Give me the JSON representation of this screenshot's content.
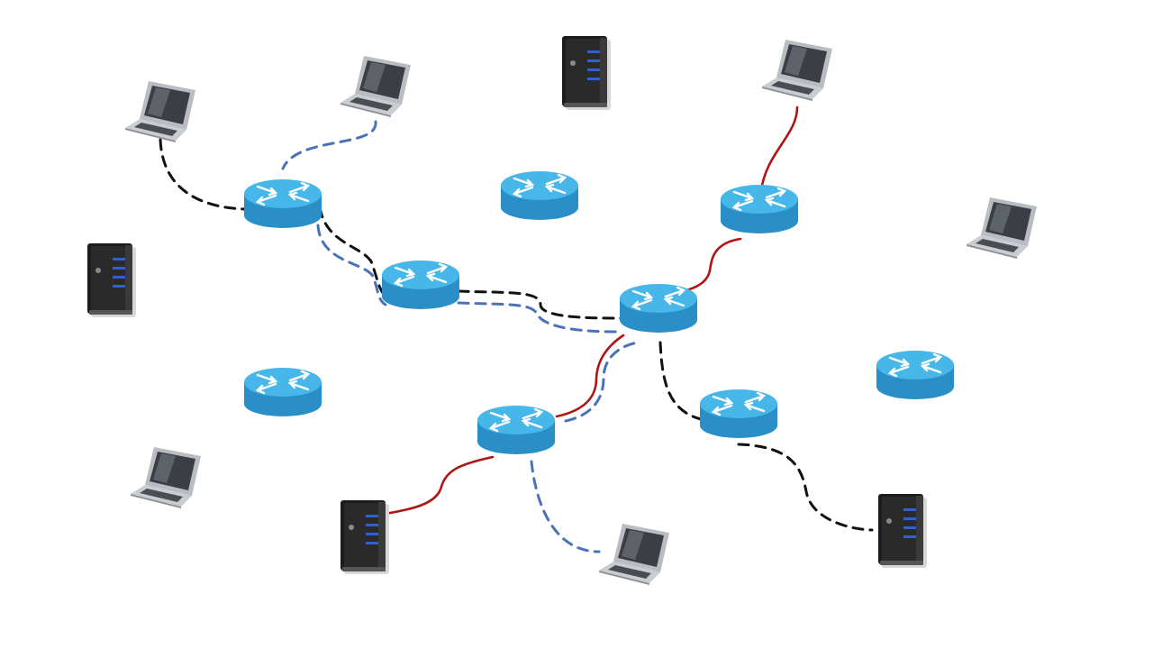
{
  "diagram": {
    "type": "network-topology",
    "colors": {
      "background": "#ffffff",
      "link_black": "#111111",
      "link_blue": "#4a72b8",
      "link_red": "#b01515",
      "router_top": "#47b7ea",
      "router_side": "#2a8fc6",
      "router_arrows": "#ffffff",
      "server_body": "#1c1c1c",
      "server_led": "#2e5fd8",
      "laptop_body": "#b9bcc0",
      "laptop_screen": "#3b3f45"
    },
    "nodes": [
      {
        "id": "laptop-1",
        "kind": "laptop"
      },
      {
        "id": "laptop-2",
        "kind": "laptop"
      },
      {
        "id": "server-1",
        "kind": "server"
      },
      {
        "id": "laptop-3",
        "kind": "laptop"
      },
      {
        "id": "laptop-4",
        "kind": "laptop"
      },
      {
        "id": "server-2",
        "kind": "server"
      },
      {
        "id": "laptop-5",
        "kind": "laptop"
      },
      {
        "id": "server-3",
        "kind": "server"
      },
      {
        "id": "laptop-6",
        "kind": "laptop"
      },
      {
        "id": "server-4",
        "kind": "server"
      },
      {
        "id": "router-a",
        "kind": "router"
      },
      {
        "id": "router-b",
        "kind": "router"
      },
      {
        "id": "router-c",
        "kind": "router"
      },
      {
        "id": "router-d",
        "kind": "router"
      },
      {
        "id": "router-e",
        "kind": "router"
      },
      {
        "id": "router-f",
        "kind": "router"
      },
      {
        "id": "router-g",
        "kind": "router"
      },
      {
        "id": "router-h",
        "kind": "router"
      },
      {
        "id": "router-i",
        "kind": "router"
      }
    ],
    "links": [
      {
        "id": "link-1",
        "from": "laptop-1",
        "to": "router-a",
        "style": "black-dashed"
      },
      {
        "id": "link-2",
        "from": "laptop-2",
        "to": "router-a",
        "style": "blue-dashed"
      },
      {
        "id": "link-3",
        "from": "router-a",
        "to": "router-c",
        "style": "black-dashed"
      },
      {
        "id": "link-4",
        "from": "router-a",
        "to": "router-c",
        "style": "blue-dashed"
      },
      {
        "id": "link-5",
        "from": "router-c",
        "to": "router-d",
        "style": "black-dashed"
      },
      {
        "id": "link-6",
        "from": "router-c",
        "to": "router-d",
        "style": "blue-dashed"
      },
      {
        "id": "link-7",
        "from": "laptop-3",
        "to": "router-e",
        "style": "red-solid"
      },
      {
        "id": "link-8",
        "from": "router-e",
        "to": "router-d",
        "style": "red-solid"
      },
      {
        "id": "link-9",
        "from": "router-d",
        "to": "router-g",
        "style": "red-solid"
      },
      {
        "id": "link-10",
        "from": "router-d",
        "to": "router-g",
        "style": "blue-dashed"
      },
      {
        "id": "link-11",
        "from": "router-d",
        "to": "router-h",
        "style": "black-dashed"
      },
      {
        "id": "link-12",
        "from": "router-h",
        "to": "server-4",
        "style": "black-dashed"
      },
      {
        "id": "link-13",
        "from": "router-g",
        "to": "server-3",
        "style": "red-solid"
      },
      {
        "id": "link-14",
        "from": "router-g",
        "to": "laptop-6",
        "style": "blue-dashed"
      }
    ]
  }
}
